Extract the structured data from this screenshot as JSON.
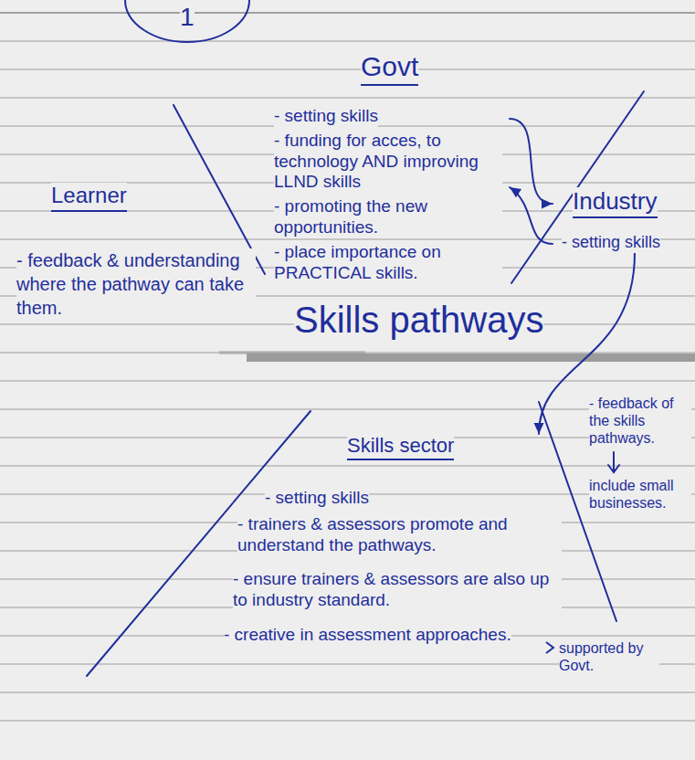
{
  "diagram": {
    "nodes": [
      {
        "text": [
          "Govt",
          "- setting skills",
          "- funding for acces, to technology AND improving LLND skills",
          "- promoting the new opportunities.",
          "- place importance on PRACTICAL skills."
        ]
      },
      {
        "text": [
          "Learner",
          "- feedback & understanding where the pathway can take them."
        ]
      },
      {
        "text": [
          "Industry",
          "- setting skills"
        ]
      },
      {
        "text": [
          "Skills pathways"
        ]
      },
      {
        "text": [
          "Skills sector",
          "- setting skills",
          "- trainers & assessors promote and understand the pathways.",
          "- ensure trainers & assessors are also up to industry standard.",
          "- creative in assessment approaches."
        ]
      }
    ],
    "edges": [
      {
        "from": 0,
        "to": 2,
        "arrow": "to"
      },
      {
        "from": 2,
        "to": 0,
        "arrow": "to"
      },
      {
        "from": 2,
        "to": 4,
        "arrow": "to"
      }
    ],
    "labels": [
      "1",
      "- feedback of the skills pathways.",
      "include small businesses.",
      "supported by Govt."
    ]
  }
}
